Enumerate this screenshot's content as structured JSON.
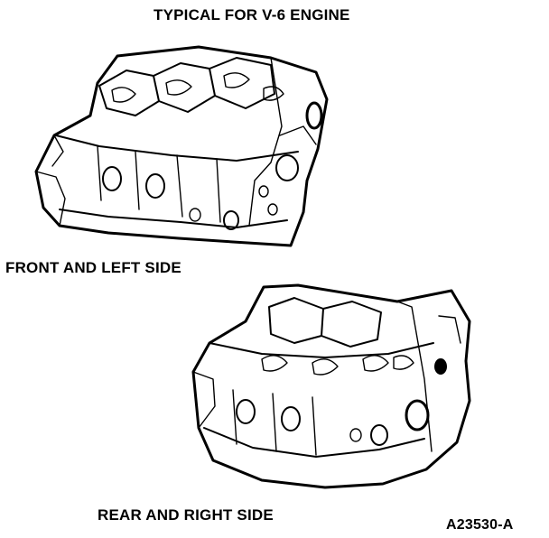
{
  "title": "TYPICAL FOR V-6 ENGINE",
  "views": [
    {
      "label": "FRONT AND LEFT SIDE"
    },
    {
      "label": "REAR AND RIGHT SIDE"
    }
  ],
  "figure_id": "A23530-A"
}
